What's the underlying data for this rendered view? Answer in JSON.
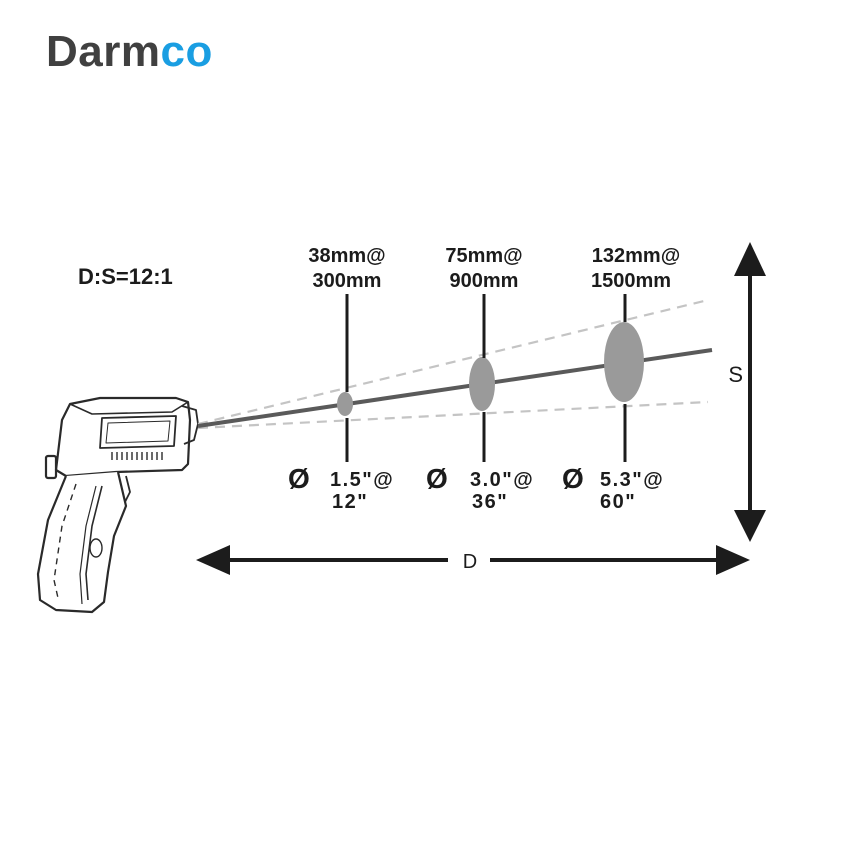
{
  "brand": {
    "part1": "Darm",
    "part2": "co"
  },
  "colors": {
    "brand_dark": "#404040",
    "brand_accent": "#1a9ee2",
    "beam": "#5a5a5a",
    "spot": "#9a9a9a",
    "cone": "#c4c4c4",
    "ink": "#1c1c1c"
  },
  "ratio": "D:S=12:1",
  "axis": {
    "distance": "D",
    "spot": "S"
  },
  "spots": [
    {
      "metric_top": "38mm@",
      "metric_bottom": "300mm",
      "imperial_top": "1.5\"@",
      "imperial_bottom": "12\""
    },
    {
      "metric_top": "75mm@",
      "metric_bottom": "900mm",
      "imperial_top": "3.0\"@",
      "imperial_bottom": "36\""
    },
    {
      "metric_top": "132mm@",
      "metric_bottom": "1500mm",
      "imperial_top": "5.3\"@",
      "imperial_bottom": "60\""
    }
  ],
  "diameter_symbol": "Ø",
  "icons": {
    "device": "ir-thermometer-gun-icon",
    "diameter": "diameter-icon"
  }
}
